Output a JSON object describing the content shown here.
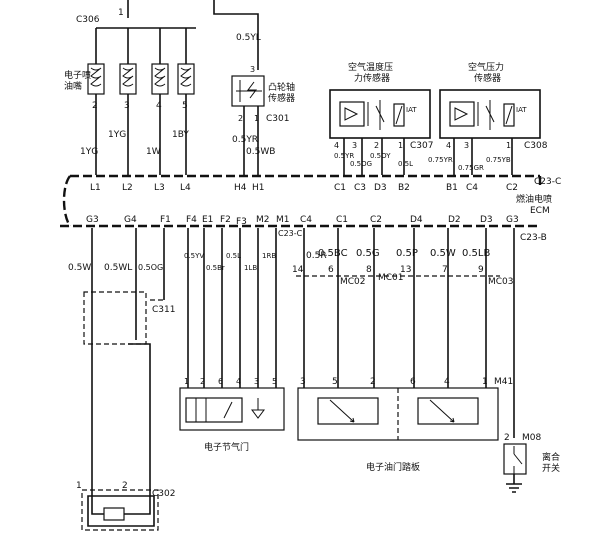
{
  "connectors": {
    "c306": "C306",
    "c301": "C301",
    "c307": "C307",
    "c308": "C308",
    "c23c": "C23-C",
    "c23b": "C23-B",
    "c311": "C311",
    "c302": "C302",
    "m41": "M41",
    "m08": "M08",
    "mc02": "MC02",
    "mc01": "MC01",
    "mc03": "MC03"
  },
  "components": {
    "injectors": "电子喷\n油嘴",
    "cam_sensor": "凸轮轴\n传感器",
    "air_temp_sensor": "空气温度压\n力传感器",
    "air_pressure_sensor": "空气压力\n传感器",
    "ecm": "燃油电喷\nECM",
    "throttle": "电子节气门",
    "pedal": "电子油门踏板",
    "clutch": "离合\n开关",
    "iat1": "IAT",
    "iat2": "IAT"
  },
  "wires": {
    "top_5yl": "0.5YL",
    "inj_1yg": "1YG",
    "inj_1yg_b": "1YG",
    "inj_1w": "1W",
    "inj_1by": "1BY",
    "cam_05yr": "0.5YR",
    "cam_05wb": "0.5WB",
    "c307_a": "0.5YR",
    "c307_b": "0.5OG",
    "c307_c": "0.5OY",
    "c307_d": "0.5L",
    "c308_a": "0.75YR",
    "c308_b": "0.75GR",
    "c308_c": "0.75YB",
    "g3_05w": "0.5W",
    "g4_05wl": "0.5WL",
    "f1_05og": "0.5OG",
    "f4_05yv": "0.5YV",
    "e1_05br": "0.5Br",
    "f2_05l": "0.5L",
    "f3_1lb": "1LB",
    "m2_1rb": "1RB",
    "c4_05r": "0.5R",
    "c1_05bc": "0.5BC",
    "c2_05g": "0.5G",
    "d4_05p": "0.5P",
    "d2_05w": "0.5W",
    "d3_05lb": "0.5LB"
  },
  "pins": {
    "c306_1": "1",
    "inj_2": "2",
    "inj_3": "3",
    "inj_4": "4",
    "inj_5": "5",
    "cam_3": "3",
    "cam_2": "2",
    "cam_1": "1",
    "c307_4": "4",
    "c307_3": "3",
    "c307_2": "2",
    "c307_1": "1",
    "c308_4": "4",
    "c308_3": "3",
    "c308_1": "1",
    "t_1": "1",
    "t_2": "2",
    "t_6": "6",
    "t_4": "4",
    "t_3": "3",
    "t_5": "5",
    "mc_14": "14",
    "mc_6": "6",
    "mc_8": "8",
    "mc_13": "13",
    "mc_7": "7",
    "mc_9": "9",
    "p_3": "3",
    "p_5": "5",
    "p_2": "2",
    "p_6": "6",
    "p_4": "4",
    "p_1": "1",
    "m08_2": "2",
    "c302_1": "1",
    "c302_2": "2"
  },
  "ecm_pins_top": {
    "l1": "L1",
    "l2": "L2",
    "l3": "L3",
    "l4": "L4",
    "h4": "H4",
    "h1": "H1",
    "c1": "C1",
    "c3": "C3",
    "d3": "D3",
    "b2": "B2",
    "b1": "B1",
    "c4": "C4",
    "c2": "C2"
  },
  "ecm_pins_bottom": {
    "g3": "G3",
    "g4": "G4",
    "f1": "F1",
    "f4": "F4",
    "e1": "E1",
    "f2": "F2",
    "f3": "F3",
    "m2": "M2",
    "m1": "M1",
    "c4": "C4",
    "c23": "C23-C",
    "c1": "C1",
    "c2": "C2",
    "d4": "D4",
    "d2": "D2",
    "d3": "D3",
    "g3b": "G3"
  }
}
